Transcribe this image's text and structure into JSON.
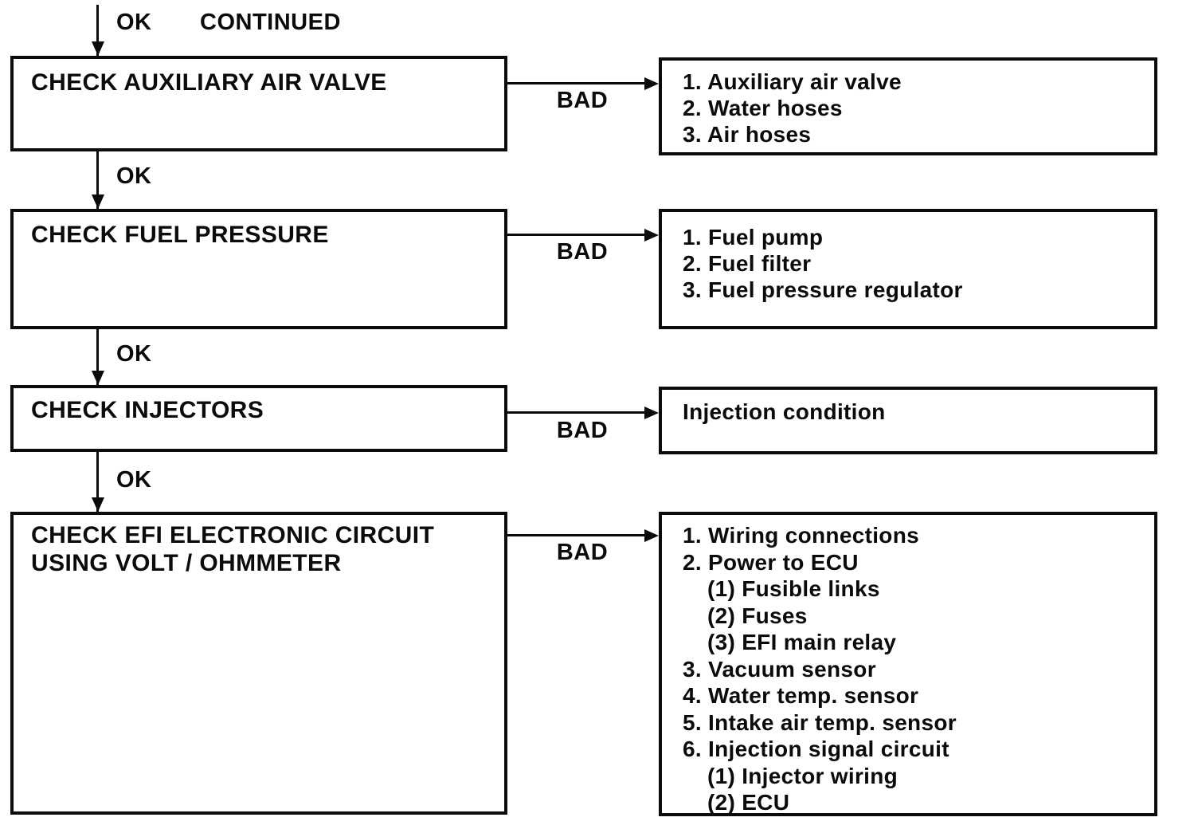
{
  "diagram_title": "EFI troubleshooting flowchart (continued)",
  "colors": {
    "ink": "#0b0b0b",
    "background": "#ffffff"
  },
  "top": {
    "ok_label": "OK",
    "continued_label": "CONTINUED"
  },
  "rows": [
    {
      "title_lines": [
        "CHECK AUXILIARY AIR VALVE"
      ],
      "bad_label": "BAD",
      "ok_label": "OK",
      "result_items": [
        "1. Auxiliary air valve",
        "2. Water hoses",
        "3. Air hoses"
      ]
    },
    {
      "title_lines": [
        "CHECK FUEL PRESSURE"
      ],
      "bad_label": "BAD",
      "ok_label": "OK",
      "result_items": [
        "1. Fuel pump",
        "2. Fuel filter",
        "3. Fuel pressure regulator"
      ]
    },
    {
      "title_lines": [
        "CHECK INJECTORS"
      ],
      "bad_label": "BAD",
      "ok_label": "OK",
      "result_items": [
        "Injection condition"
      ]
    },
    {
      "title_lines": [
        "CHECK EFI ELECTRONIC CIRCUIT",
        "USING VOLT / OHMMETER"
      ],
      "bad_label": "BAD",
      "result_items": [
        "1. Wiring connections",
        "2. Power to ECU",
        "(1)  Fusible links",
        "(2)  Fuses",
        "(3)  EFI main relay",
        "3. Vacuum sensor",
        "4. Water temp. sensor",
        "5. Intake air temp. sensor",
        "6. Injection signal circuit",
        "(1)  Injector wiring",
        "(2)  ECU"
      ]
    }
  ]
}
